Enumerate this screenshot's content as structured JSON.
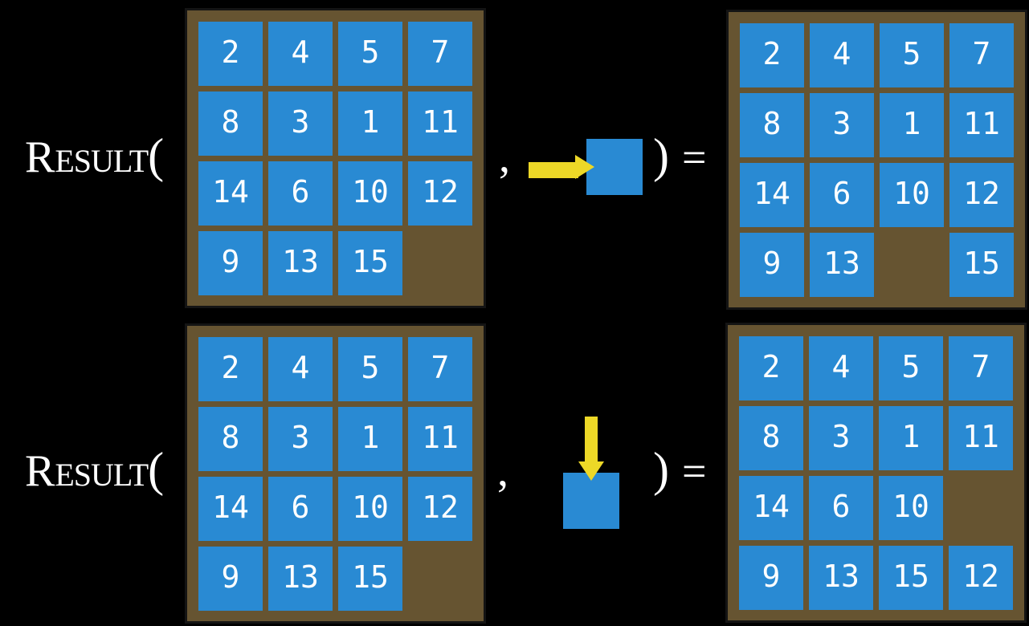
{
  "colors": {
    "bg": "#000000",
    "tile_blue": "#298ad3",
    "board_brown": "#665431",
    "board_border": "#141414",
    "arrow_yellow": "#edd827",
    "text_white": "#ffffff"
  },
  "equations": [
    {
      "label_cap": "R",
      "label_rest": "ESULT",
      "open_paren": "(",
      "comma": ",",
      "close_paren": ")",
      "equals": "=",
      "action_icon": "right-arrow-into-blank-square",
      "input_board": [
        [
          "2",
          "4",
          "5",
          "7"
        ],
        [
          "8",
          "3",
          "1",
          "11"
        ],
        [
          "14",
          "6",
          "10",
          "12"
        ],
        [
          "9",
          "13",
          "15",
          ""
        ]
      ],
      "result_board": [
        [
          "2",
          "4",
          "5",
          "7"
        ],
        [
          "8",
          "3",
          "1",
          "11"
        ],
        [
          "14",
          "6",
          "10",
          "12"
        ],
        [
          "9",
          "13",
          "",
          "15"
        ]
      ]
    },
    {
      "label_cap": "R",
      "label_rest": "ESULT",
      "open_paren": "(",
      "comma": ",",
      "close_paren": ")",
      "equals": "=",
      "action_icon": "down-arrow-into-blank-square",
      "input_board": [
        [
          "2",
          "4",
          "5",
          "7"
        ],
        [
          "8",
          "3",
          "1",
          "11"
        ],
        [
          "14",
          "6",
          "10",
          "12"
        ],
        [
          "9",
          "13",
          "15",
          ""
        ]
      ],
      "result_board": [
        [
          "2",
          "4",
          "5",
          "7"
        ],
        [
          "8",
          "3",
          "1",
          "11"
        ],
        [
          "14",
          "6",
          "10",
          ""
        ],
        [
          "9",
          "13",
          "15",
          "12"
        ]
      ]
    }
  ]
}
